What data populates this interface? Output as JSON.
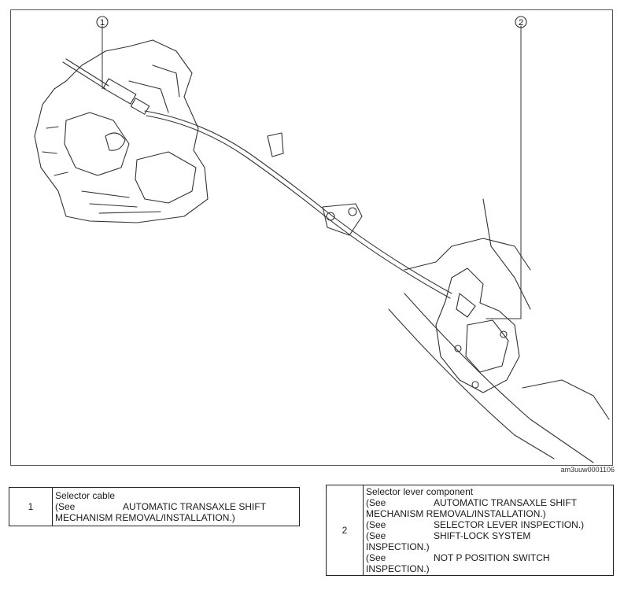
{
  "figure": {
    "callouts": [
      "1",
      "2"
    ],
    "figure_id": "am3uuw0001106"
  },
  "legend": [
    {
      "number": "1",
      "title": "Selector cable",
      "lines": [
        {
          "see": "(See",
          "ref": "AUTOMATIC TRANSAXLE SHIFT"
        },
        {
          "see": "",
          "ref": "MECHANISM REMOVAL/INSTALLATION.)"
        }
      ]
    },
    {
      "number": "2",
      "title": "Selector lever component",
      "lines": [
        {
          "see": "(See",
          "ref": "AUTOMATIC TRANSAXLE SHIFT"
        },
        {
          "see": "",
          "ref": "MECHANISM REMOVAL/INSTALLATION.)"
        },
        {
          "see": "(See",
          "ref": "SELECTOR LEVER INSPECTION.)"
        },
        {
          "see": "(See",
          "ref": "SHIFT-LOCK SYSTEM"
        },
        {
          "see": "",
          "ref": "INSPECTION.)"
        },
        {
          "see": "(See",
          "ref": "NOT P POSITION SWITCH"
        },
        {
          "see": "",
          "ref": "INSPECTION.)"
        }
      ]
    }
  ]
}
